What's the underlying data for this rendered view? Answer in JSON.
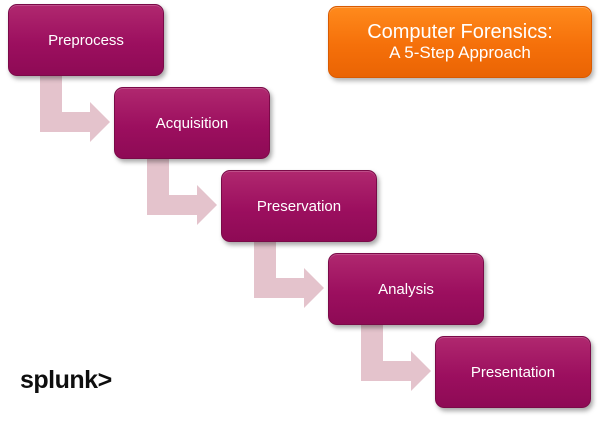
{
  "title": {
    "line1": "Computer Forensics:",
    "line2": "A 5-Step Approach",
    "color": "#f5700a"
  },
  "steps": [
    {
      "label": "Preprocess"
    },
    {
      "label": "Acquisition"
    },
    {
      "label": "Preservation"
    },
    {
      "label": "Analysis"
    },
    {
      "label": "Presentation"
    }
  ],
  "step_color": "#9c0f5f",
  "connector_color": "#e4c3cc",
  "logo": {
    "text": "splunk>"
  }
}
